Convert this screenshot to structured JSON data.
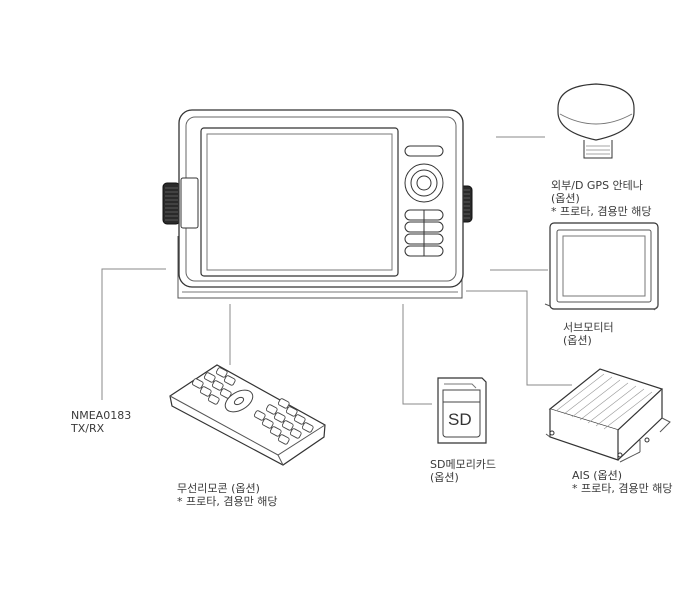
{
  "labels": {
    "gps_antenna": {
      "title": "외부/D GPS 안테나",
      "option": "(옵션)",
      "note": "* 프로타, 겸용만 해당"
    },
    "sub_monitor": {
      "title": "서브모티터",
      "option": "(옵션)"
    },
    "nmea": {
      "line1": "NMEA0183",
      "line2": "TX/RX"
    },
    "wireless_remote": {
      "title": "무선리모콘 (옵션)",
      "note": "* 프로타, 겸용만 해당"
    },
    "sd_card": {
      "title": "SD메모리카드",
      "option": "(옵션)",
      "card_text": "SD"
    },
    "ais": {
      "title": "AIS (옵션)",
      "note": "* 프로타, 겸용만 해당"
    }
  }
}
